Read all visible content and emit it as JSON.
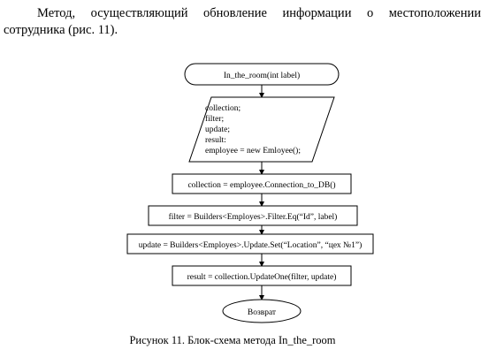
{
  "intro": {
    "text": "Метод, осуществляющий обновление информации о местоположении сотрудника (рис. 11)."
  },
  "flowchart": {
    "start": "In_the_room(int label)",
    "declarations": [
      "collection;",
      "filter;",
      "update;",
      "result:",
      "employee = new Emloyee();"
    ],
    "steps": [
      "collection = employee.Connection_to_DB()",
      "filter = Builders<Employes>.Filter.Eq(“Id”, label)",
      "update = Builders<Employes>.Update.Set(“Location”, “цех №1”)",
      "result = collection.UpdateOne(filter, update)"
    ],
    "end": "Возврат"
  },
  "caption": {
    "text": "Рисунок 11. Блок-схема метода In_the_room"
  }
}
